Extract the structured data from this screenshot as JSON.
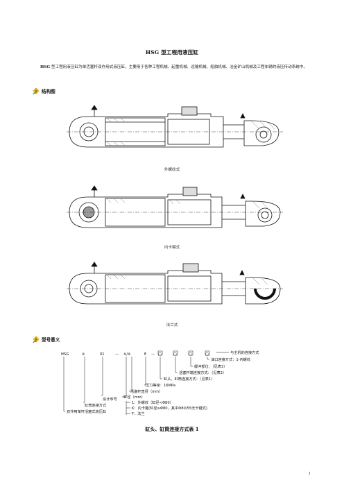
{
  "document": {
    "title": "HSG 型工程用液压缸",
    "intro_lead": "HSG",
    "intro_body": " 型工程用液压缸为单活塞杆双作用式液压缸，主要用于各种工程机械、起重机械、运输机械、船舶机械、冶金矿山机械及工程车辆的液压传动系统中。",
    "page_number": "1"
  },
  "sections": {
    "structure": "结构图",
    "model_meaning": "型号意义"
  },
  "figures": [
    {
      "caption": "外螺纹式"
    },
    {
      "caption": "内卡键式"
    },
    {
      "caption": "法兰式"
    }
  ],
  "model_code": {
    "header_tokens": [
      "HSG",
      "※",
      "01",
      "—",
      "※/※",
      "E",
      "—",
      "□",
      "□",
      "□",
      "□"
    ],
    "labels": {
      "host_connection": "与主机的连接方式",
      "port_connection": "油口连接方式：1-内螺纹",
      "cushion": "缓冲部位：（见表3）",
      "rod_end": "活塞杆端连接方式：（见表2）",
      "head_connection": "缸头、缸筒连接方式：（见表1）",
      "pressure": "压力等级：16MPa",
      "rod_dia": "活塞杆直径（mm）",
      "bore": "缸径（mm）",
      "design_seq": "设计序号",
      "tube_connection": "缸筒连接方式",
      "opt_thread": "1：外螺纹（缸径<Φ80）",
      "opt_key": "K：内卡键(缸径≥Φ80，其中Φ80/55无卡键式)",
      "opt_flange": "F：法兰",
      "product": "双作用单杆活塞式液压缸"
    }
  },
  "tables": {
    "table1_title": "缸头、缸筒连接方式表 1"
  },
  "colors": {
    "ink": "#111111",
    "hatch": "#555555",
    "icon_flower": "#e0b020",
    "icon_leaf": "#4a8a2a"
  },
  "icons": {
    "section_icon": "flower-icon"
  }
}
